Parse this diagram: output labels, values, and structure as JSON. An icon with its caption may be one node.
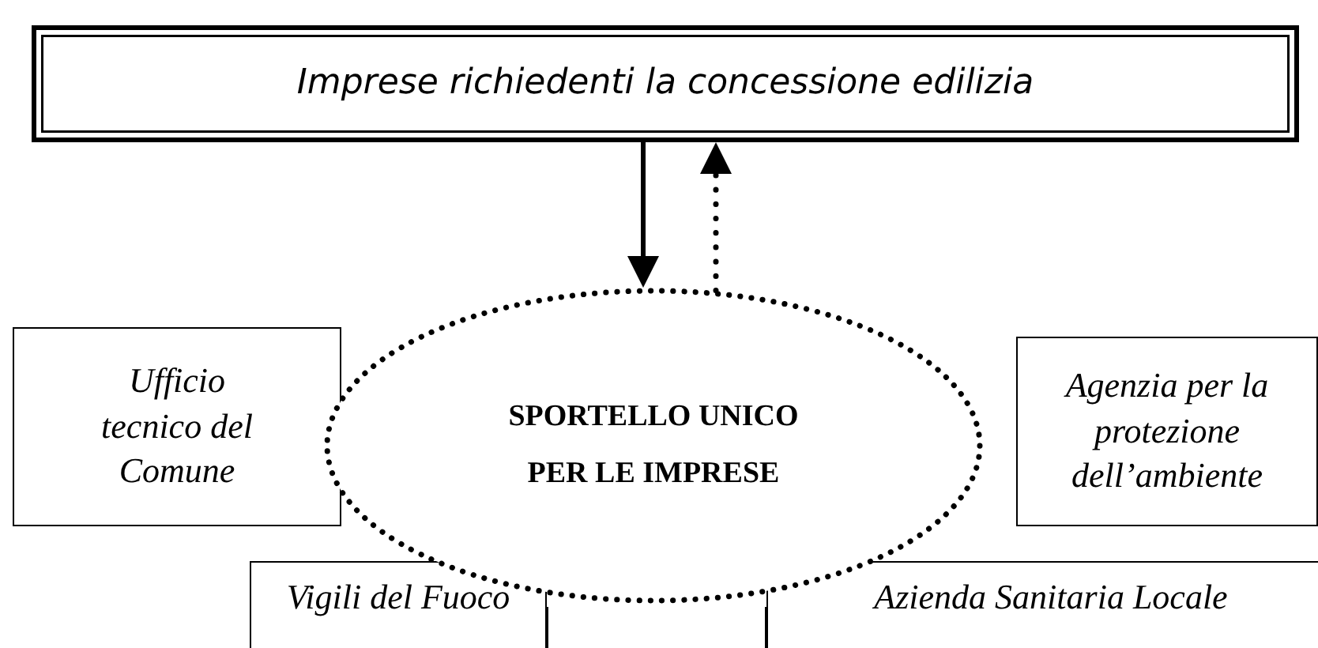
{
  "diagram": {
    "nodes": [
      {
        "text": [
          "Imprese richiedenti la concessione edilizia"
        ]
      },
      {
        "text": [
          "Ufficio tecnico del Comune"
        ]
      },
      {
        "text": [
          "SPORTELLO UNICO PER LE IMPRESE"
        ]
      },
      {
        "text": [
          "Agenzia per la protezione dell’ambiente"
        ]
      },
      {
        "text": [
          "Vigili del Fuoco"
        ]
      },
      {
        "text": [],
        "shape": "box"
      },
      {
        "text": [
          "Azienda Sanitaria Locale"
        ]
      }
    ],
    "edges": [
      {
        "from": 0,
        "to": 2,
        "arrow": "to"
      },
      {
        "from": 2,
        "to": 0,
        "arrow": "to",
        "style": "dashed"
      }
    ]
  }
}
